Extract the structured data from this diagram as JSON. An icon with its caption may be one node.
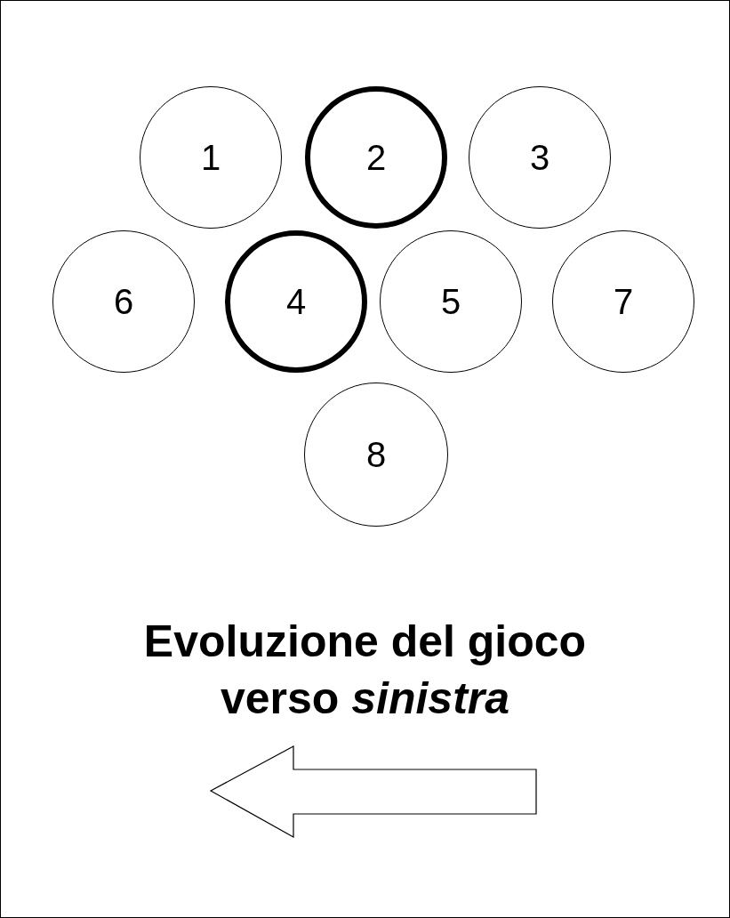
{
  "diagram": {
    "title": "Evoluzione del gioco verso *sinistra*",
    "nodes": [
      {
        "text": [
          "1"
        ]
      },
      {
        "text": [
          "2"
        ]
      },
      {
        "text": [
          "3"
        ]
      },
      {
        "text": [
          "6"
        ]
      },
      {
        "text": [
          "4"
        ]
      },
      {
        "text": [
          "5"
        ]
      },
      {
        "text": [
          "7"
        ]
      },
      {
        "text": [
          "8"
        ]
      }
    ]
  }
}
